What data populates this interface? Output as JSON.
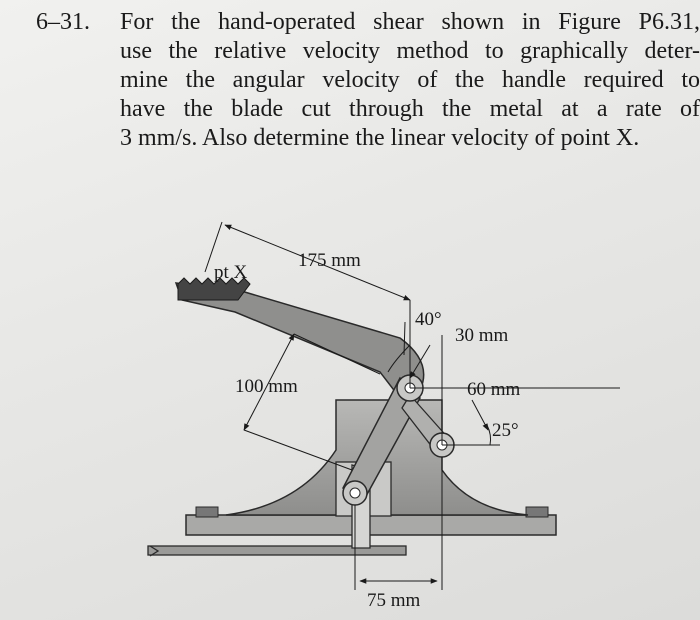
{
  "problem": {
    "number": "6–31.",
    "lines": [
      "For the hand-operated shear shown in Figure P6.31,",
      "use the relative velocity method to graphically deter-",
      "mine the angular velocity of the handle required to",
      "have the blade cut through the metal at a rate of",
      "3 mm/s. Also determine the linear velocity of point X."
    ]
  },
  "figure": {
    "labels": {
      "handle_length": "175 mm",
      "point_x": "pt X",
      "angle_handle": "40°",
      "offset_top": "30 mm",
      "link_length": "100 mm",
      "offset_right": "60 mm",
      "angle_link": "25°",
      "base_offset": "75 mm"
    }
  }
}
